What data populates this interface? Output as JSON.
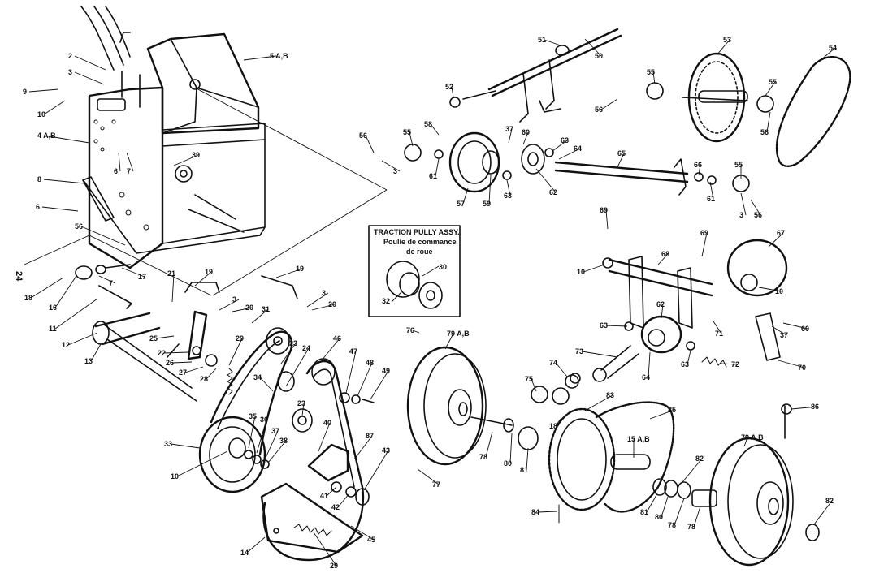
{
  "page_number": "24",
  "inset": {
    "title": "TRACTION PULLY ASSY.",
    "subtitle_line1": "Poulie de commance",
    "subtitle_line2": "de roue",
    "callouts": [
      "30",
      "32"
    ]
  },
  "callouts": [
    {
      "id": "c2",
      "label": "2"
    },
    {
      "id": "c3a",
      "label": "3"
    },
    {
      "id": "c5",
      "label": "5 A,B"
    },
    {
      "id": "c9",
      "label": "9"
    },
    {
      "id": "c10a",
      "label": "10"
    },
    {
      "id": "c4",
      "label": "4 A,B"
    },
    {
      "id": "c6a",
      "label": "6"
    },
    {
      "id": "c7a",
      "label": "7"
    },
    {
      "id": "c39",
      "label": "39"
    },
    {
      "id": "c8a",
      "label": "8"
    },
    {
      "id": "c6b",
      "label": "6"
    },
    {
      "id": "c56a",
      "label": "56"
    },
    {
      "id": "c18",
      "label": "18"
    },
    {
      "id": "c16",
      "label": "16"
    },
    {
      "id": "c7b",
      "label": "7"
    },
    {
      "id": "c17",
      "label": "17"
    },
    {
      "id": "c11",
      "label": "11"
    },
    {
      "id": "c12",
      "label": "12"
    },
    {
      "id": "c13",
      "label": "13"
    },
    {
      "id": "c21",
      "label": "21"
    },
    {
      "id": "c19a",
      "label": "19"
    },
    {
      "id": "c19b",
      "label": "19"
    },
    {
      "id": "c3b",
      "label": "3"
    },
    {
      "id": "c20a",
      "label": "20"
    },
    {
      "id": "c3c",
      "label": "3"
    },
    {
      "id": "c20b",
      "label": "20"
    },
    {
      "id": "c31",
      "label": "31"
    },
    {
      "id": "c25",
      "label": "25"
    },
    {
      "id": "c29a",
      "label": "29"
    },
    {
      "id": "c22",
      "label": "22"
    },
    {
      "id": "c26",
      "label": "26"
    },
    {
      "id": "c27",
      "label": "27"
    },
    {
      "id": "c28",
      "label": "28"
    },
    {
      "id": "c23a",
      "label": "23"
    },
    {
      "id": "c24",
      "label": "24"
    },
    {
      "id": "c46",
      "label": "46"
    },
    {
      "id": "c47",
      "label": "47"
    },
    {
      "id": "c48",
      "label": "48"
    },
    {
      "id": "c49",
      "label": "49"
    },
    {
      "id": "c34",
      "label": "34"
    },
    {
      "id": "c23b",
      "label": "23"
    },
    {
      "id": "c35",
      "label": "35"
    },
    {
      "id": "c36",
      "label": "36"
    },
    {
      "id": "c37a",
      "label": "37"
    },
    {
      "id": "c38",
      "label": "38"
    },
    {
      "id": "c40",
      "label": "40"
    },
    {
      "id": "c33",
      "label": "33"
    },
    {
      "id": "c10b",
      "label": "10"
    },
    {
      "id": "c87",
      "label": "87"
    },
    {
      "id": "c43",
      "label": "43"
    },
    {
      "id": "c41",
      "label": "41"
    },
    {
      "id": "c42",
      "label": "42"
    },
    {
      "id": "c14",
      "label": "14"
    },
    {
      "id": "c29b",
      "label": "29"
    },
    {
      "id": "c45",
      "label": "45"
    },
    {
      "id": "c51",
      "label": "51"
    },
    {
      "id": "c50",
      "label": "50"
    },
    {
      "id": "c53",
      "label": "53"
    },
    {
      "id": "c54",
      "label": "54"
    },
    {
      "id": "c52",
      "label": "52"
    },
    {
      "id": "c55a",
      "label": "55"
    },
    {
      "id": "c55b",
      "label": "55"
    },
    {
      "id": "c56b",
      "label": "56"
    },
    {
      "id": "c56c",
      "label": "56"
    },
    {
      "id": "c58",
      "label": "58"
    },
    {
      "id": "c37b",
      "label": "37"
    },
    {
      "id": "c60a",
      "label": "60"
    },
    {
      "id": "c56d",
      "label": "56"
    },
    {
      "id": "c55c",
      "label": "55"
    },
    {
      "id": "c3d",
      "label": "3"
    },
    {
      "id": "c61a",
      "label": "61"
    },
    {
      "id": "c57",
      "label": "57"
    },
    {
      "id": "c59",
      "label": "59"
    },
    {
      "id": "c63a",
      "label": "63"
    },
    {
      "id": "c63b",
      "label": "63"
    },
    {
      "id": "c64a",
      "label": "64"
    },
    {
      "id": "c65",
      "label": "65"
    },
    {
      "id": "c62a",
      "label": "62"
    },
    {
      "id": "c66",
      "label": "66"
    },
    {
      "id": "c61b",
      "label": "61"
    },
    {
      "id": "c55d",
      "label": "55"
    },
    {
      "id": "c3e",
      "label": "3"
    },
    {
      "id": "c56e",
      "label": "56"
    },
    {
      "id": "c69a",
      "label": "69"
    },
    {
      "id": "c69b",
      "label": "69"
    },
    {
      "id": "c67",
      "label": "67"
    },
    {
      "id": "c68",
      "label": "68"
    },
    {
      "id": "c10c",
      "label": "10"
    },
    {
      "id": "c10d",
      "label": "10"
    },
    {
      "id": "c62b",
      "label": "62"
    },
    {
      "id": "c63c",
      "label": "63"
    },
    {
      "id": "c71",
      "label": "71"
    },
    {
      "id": "c37c",
      "label": "37"
    },
    {
      "id": "c60b",
      "label": "60"
    },
    {
      "id": "c76",
      "label": "76"
    },
    {
      "id": "c79a",
      "label": "79 A,B"
    },
    {
      "id": "c73",
      "label": "73"
    },
    {
      "id": "c64b",
      "label": "64"
    },
    {
      "id": "c63d",
      "label": "63"
    },
    {
      "id": "c72",
      "label": "72"
    },
    {
      "id": "c70",
      "label": "70"
    },
    {
      "id": "c74",
      "label": "74"
    },
    {
      "id": "c75",
      "label": "75"
    },
    {
      "id": "c83",
      "label": "83"
    },
    {
      "id": "c85",
      "label": "85"
    },
    {
      "id": "c86",
      "label": "86"
    },
    {
      "id": "c18b",
      "label": "18"
    },
    {
      "id": "c78a",
      "label": "78"
    },
    {
      "id": "c80a",
      "label": "80"
    },
    {
      "id": "c81a",
      "label": "81"
    },
    {
      "id": "c77",
      "label": "77"
    },
    {
      "id": "c15",
      "label": "15 A,B"
    },
    {
      "id": "c79b",
      "label": "79 A,B"
    },
    {
      "id": "c82a",
      "label": "82"
    },
    {
      "id": "c84",
      "label": "84"
    },
    {
      "id": "c81b",
      "label": "81"
    },
    {
      "id": "c80b",
      "label": "80"
    },
    {
      "id": "c78b",
      "label": "78"
    },
    {
      "id": "c78c",
      "label": "78"
    },
    {
      "id": "c82b",
      "label": "82"
    }
  ]
}
